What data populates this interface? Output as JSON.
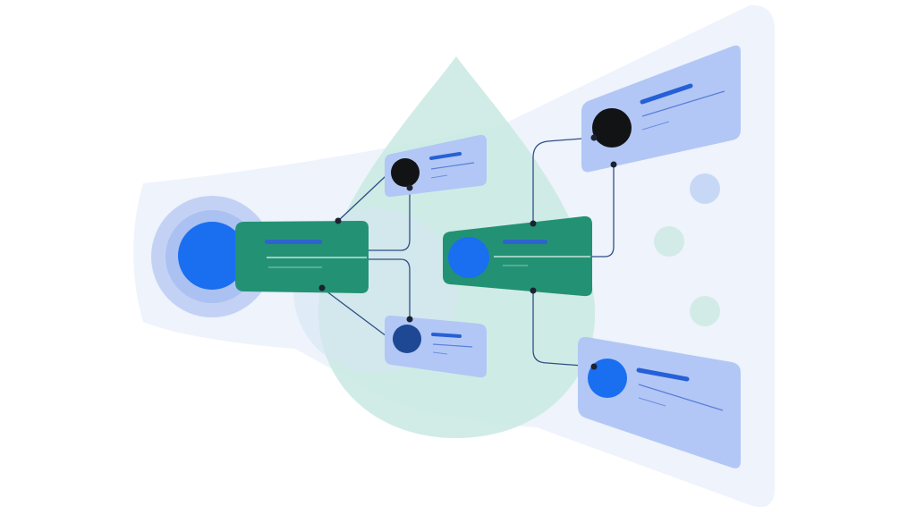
{
  "diagram": {
    "kind": "abstract node-flow illustration",
    "colors": {
      "background": "#ffffff",
      "panel": "#eef3fc",
      "halo_outer": "#c3d2f4",
      "halo_inner": "#9ab6ef",
      "droplet": "#cbe9e3",
      "card": "#b2c7f5",
      "card_line": "#2660d6",
      "card_line_light": "#6e8fe0",
      "teal_card": "#239274",
      "teal_line": "#2e62cf",
      "node_blue": "#1a6ef0",
      "node_navy": "#1e4894",
      "node_dark": "#121315",
      "connector": "#2f4f86",
      "dot": "#1c2230",
      "dot_blue": "#c7d8f6",
      "dot_mint": "#d3ebe7"
    },
    "nodes": [
      {
        "id": "source",
        "shape": "blue-circle-with-halo",
        "connects_to": [
          "hub-left"
        ]
      },
      {
        "id": "hub-left",
        "shape": "teal-card",
        "connects_to": [
          "card-top-small",
          "card-bottom-small",
          "hub-right"
        ]
      },
      {
        "id": "card-top-small",
        "shape": "card-with-dark-avatar",
        "connects_to": []
      },
      {
        "id": "card-bottom-small",
        "shape": "card-with-navy-avatar",
        "connects_to": []
      },
      {
        "id": "hub-right",
        "shape": "teal-card-with-blue-avatar",
        "connects_to": [
          "card-top-large",
          "card-bottom-large"
        ]
      },
      {
        "id": "card-top-large",
        "shape": "card-with-dark-avatar",
        "connects_to": []
      },
      {
        "id": "card-bottom-large",
        "shape": "card-with-blue-avatar",
        "connects_to": []
      }
    ],
    "decorative_dots": 3
  }
}
